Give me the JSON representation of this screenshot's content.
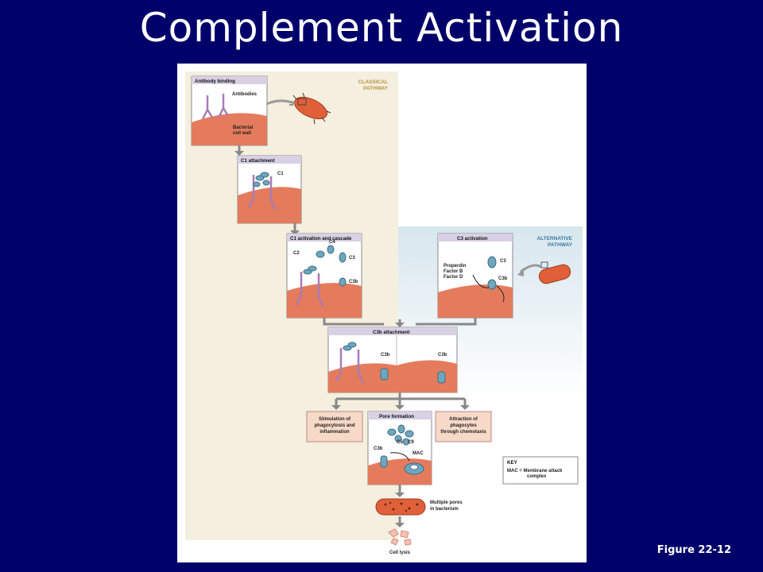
{
  "slide": {
    "title": "Complement Activation",
    "figure_label": "Figure 22-12"
  },
  "diagram": {
    "classical_pathway": [
      "CLASSICAL",
      "PATHWAY"
    ],
    "alternative_pathway": [
      "ALTERNATIVE",
      "PATHWAY"
    ],
    "panels": {
      "antibody_binding": {
        "title": "Antibody binding",
        "labels": {
          "antibodies": "Antibodies",
          "bacterial": "Bacterial",
          "cell_wall": "cell wall"
        }
      },
      "c1_attachment": {
        "title": "C1 attachment",
        "labels": {
          "c1": "C1"
        }
      },
      "c1_activation": {
        "title": "C1 activation and cascade",
        "labels": {
          "c2": "C2",
          "c4": "C4",
          "c3": "C3",
          "c3b": "C3b"
        }
      },
      "c3_activation": {
        "title": "C3 activation",
        "labels": {
          "properdin": "Properdin",
          "factor_b": "Factor B",
          "factor_d": "Factor D",
          "c3": "C3",
          "c3b": "C3b"
        }
      },
      "c3b_attachment": {
        "title": "C3b attachment",
        "labels": {
          "c3b_left": "C3b",
          "c3b_right": "C3b"
        }
      },
      "pore_formation": {
        "title": "Pore formation",
        "labels": {
          "c5": "C5",
          "c9": "C9",
          "c3b": "C3b",
          "mac": "MAC"
        }
      }
    },
    "outcomes": {
      "stimulation": [
        "Stimulation of",
        "phagocytosis and",
        "inflammation"
      ],
      "attraction": [
        "Attraction of",
        "phagocytes",
        "through chemotaxis"
      ]
    },
    "key": {
      "title": "KEY",
      "lines": [
        "MAC = Membrane attack",
        "complex"
      ]
    },
    "multiple_pores": [
      "Multiple pores",
      "in bacterium"
    ],
    "cell_lysis": "Cell lysis"
  }
}
